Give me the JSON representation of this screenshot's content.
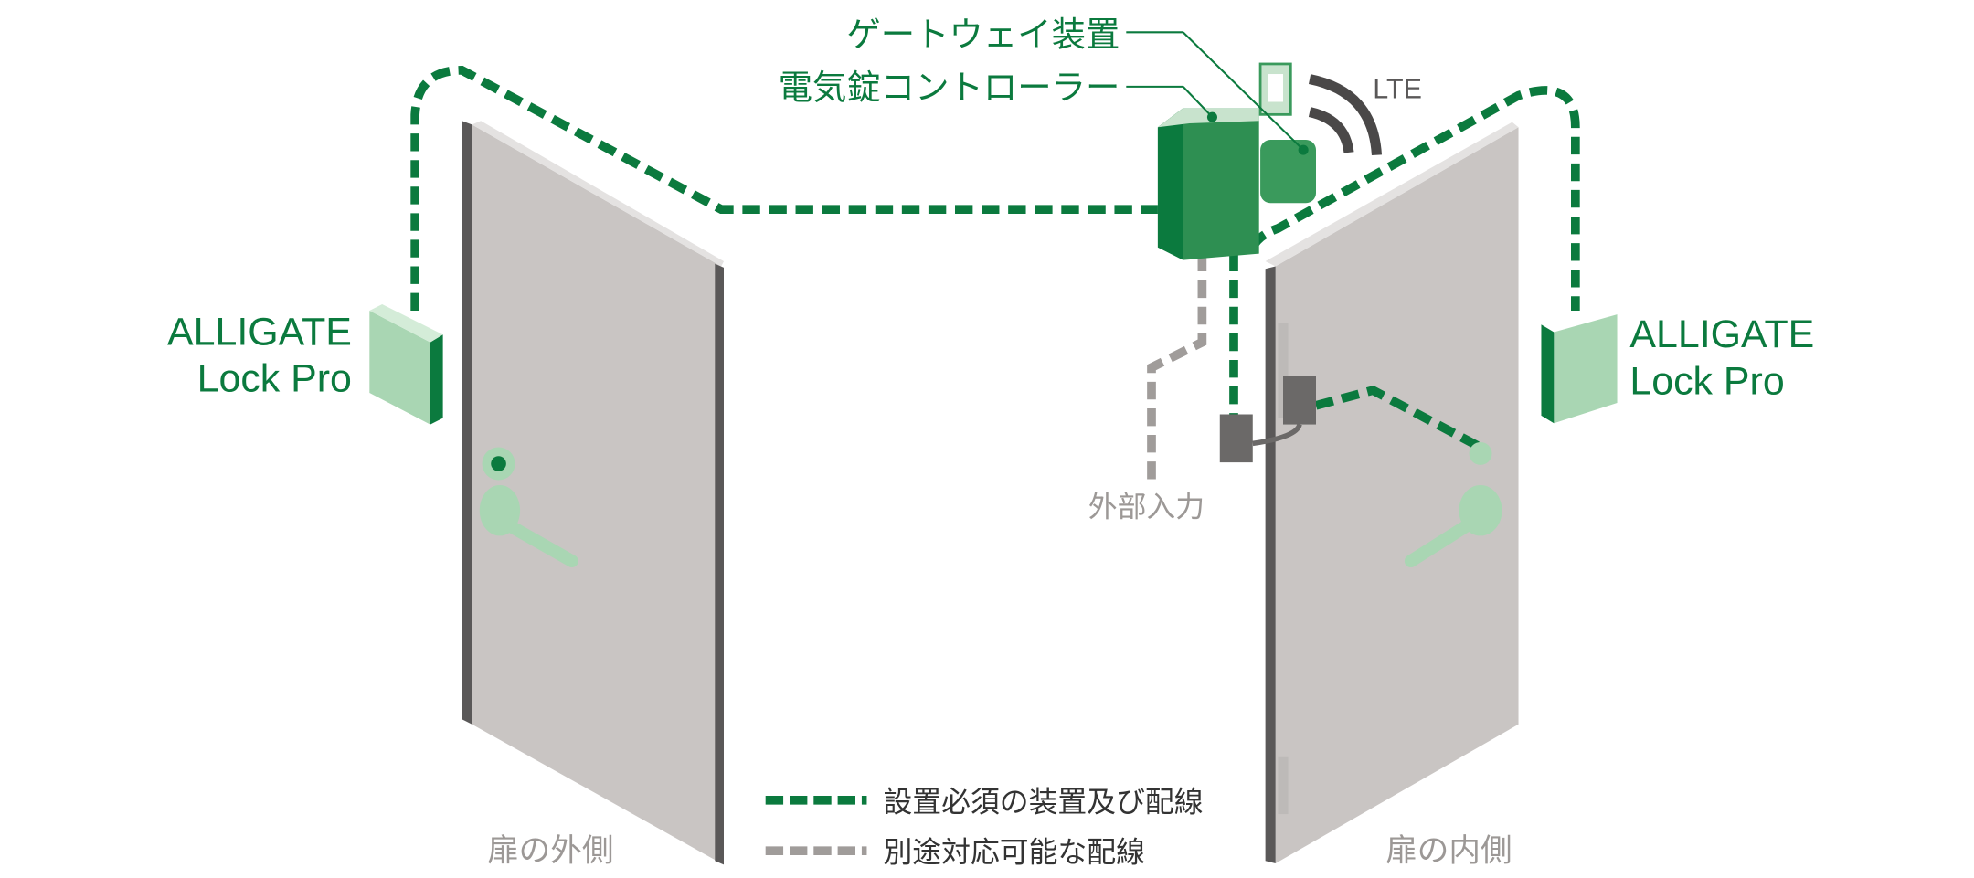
{
  "labels": {
    "gateway": "ゲートウェイ装置",
    "controller": "電気錠コントローラー",
    "lte": "LTE",
    "external_input": "外部入力",
    "outside": "扉の外側",
    "inside": "扉の内側",
    "keypad_left_line1": "ALLIGATE",
    "keypad_left_line2": "Lock Pro",
    "keypad_right_line1": "ALLIGATE",
    "keypad_right_line2": "Lock Pro"
  },
  "legend": {
    "required": "設置必須の装置及び配線",
    "optional": "別途対応可能な配線"
  },
  "colors": {
    "green": "#0b7a3e",
    "light_green": "#a9d6b3",
    "gray_wire": "#a09c9a",
    "door": "#c9c5c3",
    "door_edge": "#5a5858"
  }
}
